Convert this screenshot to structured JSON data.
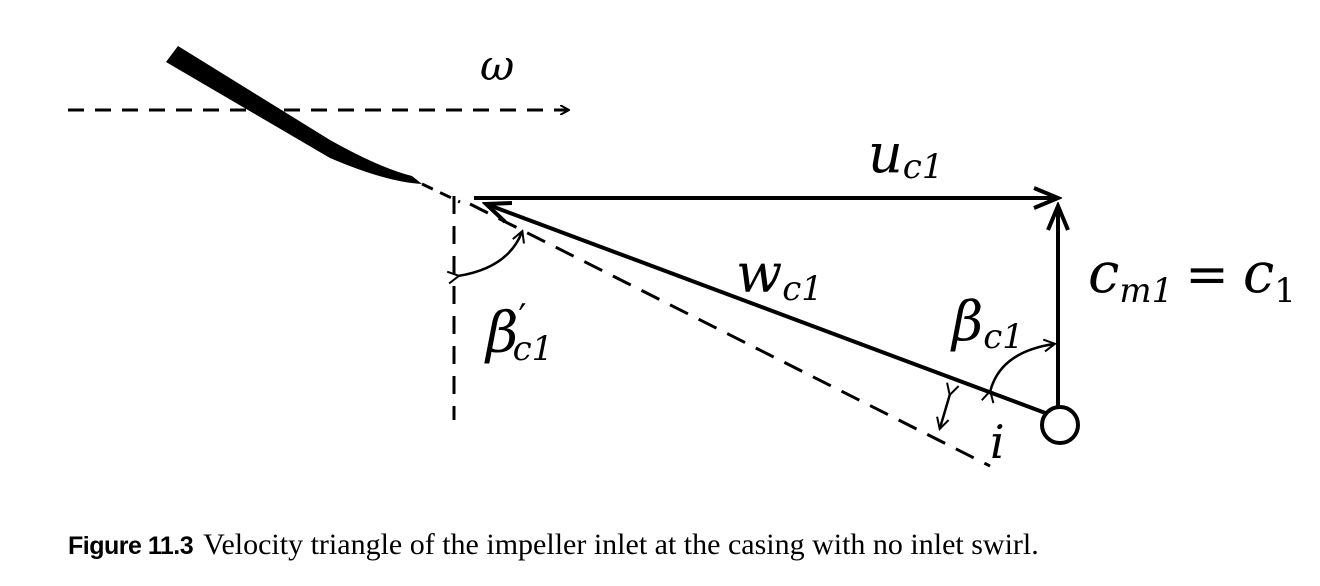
{
  "labels": {
    "omega": "ω",
    "u_c1": {
      "main": "u",
      "sub": "c1"
    },
    "w_c1": {
      "main": "w",
      "sub": "c1"
    },
    "beta_c1": {
      "main": "β",
      "sub": "c1"
    },
    "beta_prime_c1": {
      "main": "β",
      "prime": "′",
      "sub": "c1"
    },
    "c_m1_eq_c1": {
      "left_main": "c",
      "left_sub": "m1",
      "equals": "=",
      "right_main": "c",
      "right_sub": "1"
    },
    "incidence": "i"
  },
  "caption": {
    "label": "Figure 11.3",
    "text": "Velocity triangle of the impeller inlet at the casing with no inlet swirl."
  }
}
